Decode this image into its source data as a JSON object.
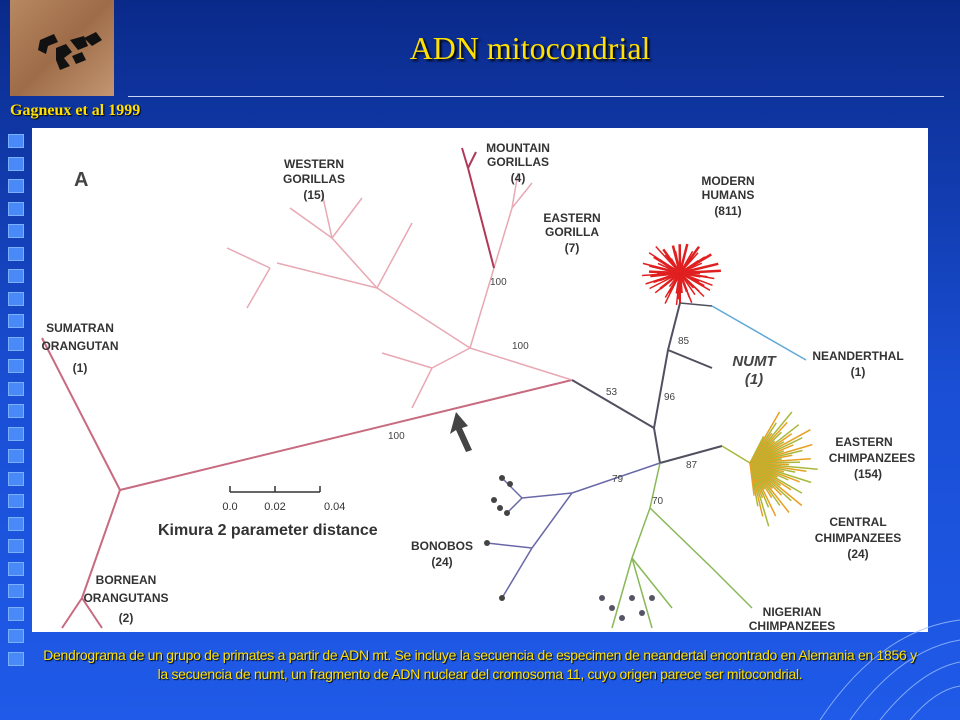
{
  "header": {
    "title": "ADN mitocondrial",
    "source": "Gagneux et al 1999"
  },
  "figure": {
    "panel_letter": "A",
    "groups": {
      "western_gorillas": [
        "WESTERN",
        "GORILLAS",
        "(15)"
      ],
      "mountain_gorillas": [
        "MOUNTAIN",
        "GORILLAS",
        "(4)"
      ],
      "eastern_gorilla": [
        "EASTERN",
        "GORILLA",
        "(7)"
      ],
      "modern_humans": [
        "MODERN",
        "HUMANS",
        "(811)"
      ],
      "sumatran_orangutan": [
        "SUMATRAN",
        "ORANGUTAN",
        "(1)"
      ],
      "neanderthal": [
        "NEANDERTHAL",
        "(1)"
      ],
      "numt": [
        "NUMT",
        "(1)"
      ],
      "eastern_chimpanzees": [
        "EASTERN",
        "CHIMPANZEES",
        "(154)"
      ],
      "central_chimpanzees": [
        "CENTRAL",
        "CHIMPANZEES",
        "(24)"
      ],
      "bonobos": [
        "BONOBOS",
        "(24)"
      ],
      "bornean_orangutans": [
        "BORNEAN",
        "ORANGUTANS",
        "(2)"
      ],
      "nigerian_chimpanzees": [
        "NIGERIAN",
        "CHIMPANZEES"
      ]
    },
    "bootstrap": [
      "100",
      "100",
      "100",
      "85",
      "53",
      "96",
      "87",
      "79",
      "70"
    ],
    "scale": {
      "ticks": [
        "0.0",
        "0.02",
        "0.04"
      ],
      "label": "Kimura 2 parameter distance"
    },
    "colors": {
      "orangutan": "#c86a80",
      "gorilla": "#e8a8b4",
      "mountain_gorilla": "#b03858",
      "human": "#e02020",
      "neanderthal": "#60a8d8",
      "trunk": "#505060",
      "eastern_chimp": "#e8a020",
      "central_chimp": "#a8b838",
      "nigerian_chimp": "#88b858",
      "bonobo": "#6868a8"
    }
  },
  "caption": "Dendrograma de un grupo de primates a partir de ADN mt. Se incluye la secuencia de especimen de neandertal encontrado en Alemania en 1856 y la secuencia de numt, un fragmento de ADN nuclear del cromosoma 11, cuyo origen parece ser mitocondrial."
}
